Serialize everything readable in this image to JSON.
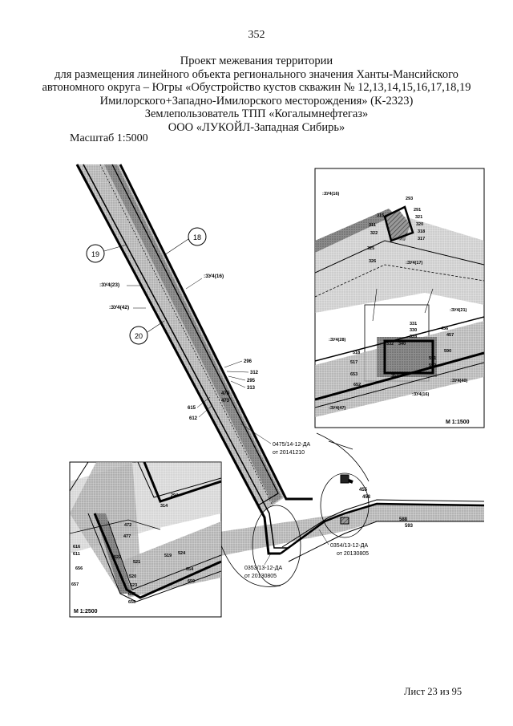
{
  "page_number": "352",
  "title_lines": [
    "Проект межевания территории",
    "для размещения линейного объекта регионального значения Ханты-Мансийского",
    "автономного округа – Югры «Обустройство кустов скважин № 12,13,14,15,16,17,18,19",
    "Имилорского+Западно-Имилорского месторождения» (К-2323)",
    "Землепользователь ТПП «Когалымнефтегаз»",
    "ООО «ЛУКОЙЛ-Западная Сибирь»"
  ],
  "scale_label": "Масштаб 1:5000",
  "sheet_label": "Лист  23 из 95",
  "main_map": {
    "circle_labels": [
      "19",
      "18",
      "20"
    ],
    "zone_labels": [
      ":ЗУ4(23)",
      ":ЗУ4(42)",
      ":ЗУ4(16)"
    ],
    "point_labels": [
      "296",
      "312",
      "295",
      "313",
      "478",
      "473",
      "615",
      "612"
    ],
    "callouts": [
      {
        "number": "0475/14-12-ДА",
        "date": "от 20141210"
      },
      {
        "number": "0354/13-12-ДА",
        "date": "от 20130805"
      },
      {
        "number": "0353/13-12-ДА",
        "date": "от 20130805"
      }
    ],
    "right_labels": [
      "455",
      "458",
      "588",
      "593"
    ]
  },
  "inset_top": {
    "scale": "М 1:1500",
    "zone_labels": [
      ":ЗУ4(16)",
      ":ЗУ4(17)",
      ":ЗУ4(21)",
      ":ЗУ4(28)",
      ":ЗУ4(40)",
      ":ЗУ4(16)",
      ":ЗУ4(47)"
    ],
    "point_labels_top": [
      "293",
      "315",
      "291",
      "321",
      "320",
      "318",
      "317",
      "311",
      "322",
      "325",
      "326"
    ],
    "point_labels_mid": [
      "331",
      "330",
      "328",
      "456",
      "457",
      "590",
      "332",
      "340",
      "591",
      "592",
      "518",
      "517",
      "653",
      "652",
      "357"
    ]
  },
  "inset_left": {
    "scale": "М 1:2500",
    "point_labels": [
      "294",
      "314",
      "472",
      "477",
      "616",
      "611",
      "522",
      "521",
      "519",
      "524",
      "656",
      "654",
      "657",
      "520",
      "523",
      "659",
      "655",
      "658"
    ]
  }
}
